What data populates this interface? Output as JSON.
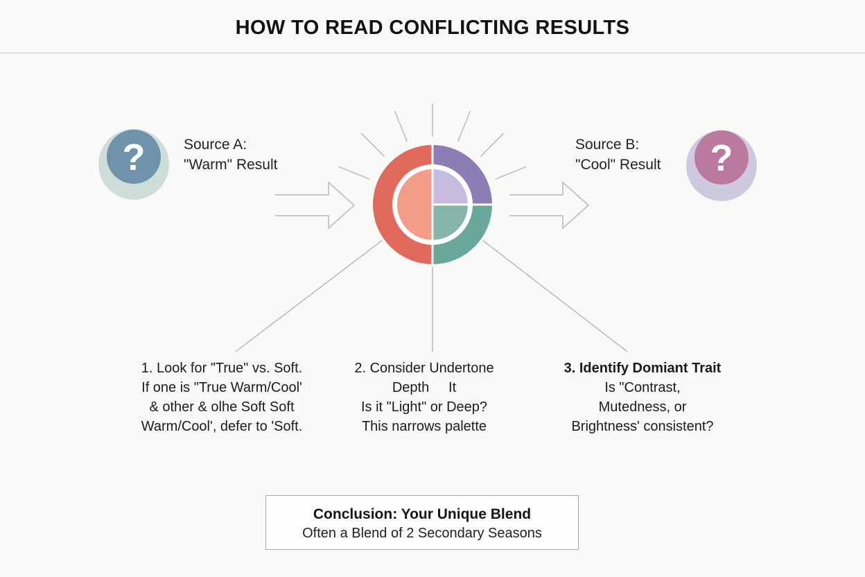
{
  "title": "HOW TO READ CONFLICTING RESULTS",
  "sources": {
    "a": {
      "label_line1": "Source A:",
      "label_line2": "\"Warm\" Result",
      "glyph": "?",
      "inner_color": "#6e93ab",
      "outer_color": "#cfddd8"
    },
    "b": {
      "label_line1": "Source B:",
      "label_line2": "\"Cool\" Result",
      "glyph": "?",
      "inner_color": "#b97a9e",
      "outer_color": "#cfc9e0"
    }
  },
  "wheel": {
    "left_outer": "#e16a5c",
    "left_inner": "#f19d88",
    "top_right_outer": "#8b7db5",
    "top_right_inner": "#c6bcdf",
    "bottom_right_outer": "#69a89b",
    "bottom_right_inner": "#86b6aa",
    "ray_color": "#b9b9b9",
    "arrow_color": "#c6c6c6",
    "connector_color": "#b5b5b5"
  },
  "steps": [
    {
      "lines": [
        "1. Look for \"True\" vs. Soft.",
        "If one is \"True Warm/Cool'",
        "& other & olhe Soft Soft",
        "Warm/Cool', defer to 'Soft."
      ]
    },
    {
      "lines": [
        "2. Consider Undertone",
        "Depth     It",
        "Is it \"Light\" or Deep?",
        "This narrows palette"
      ]
    },
    {
      "lines": [
        "3. Identify Domiant Trait",
        "Is \"Contrast,",
        "Mutedness, or",
        "Brightness' consistent?"
      ]
    }
  ],
  "conclusion": {
    "title": "Conclusion: Your Unique Blend",
    "subtitle": "Often a Blend of 2 Secondary Seasons"
  }
}
